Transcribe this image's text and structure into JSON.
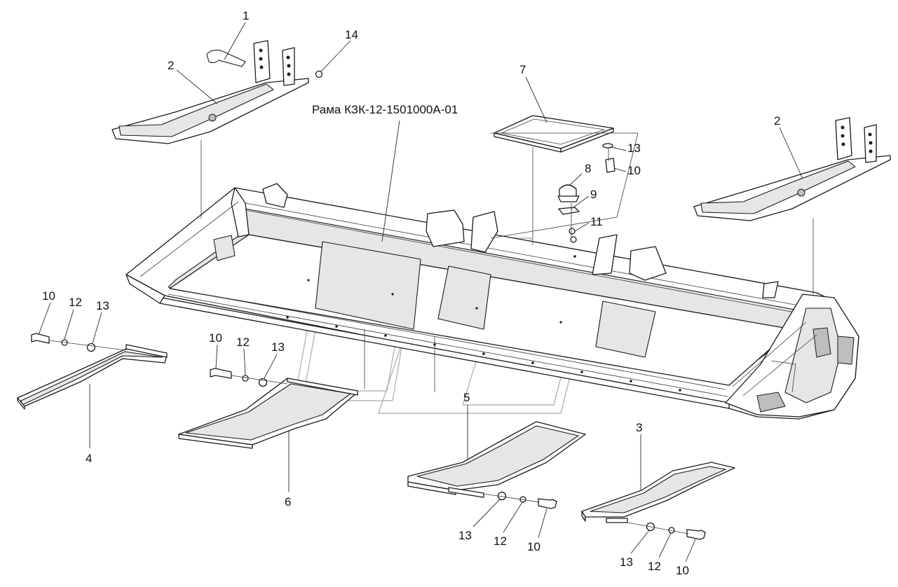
{
  "title": "Рама КЗК-12-1501000А-01",
  "callouts": [
    {
      "id": "c-1",
      "text": "1"
    },
    {
      "id": "c-14",
      "text": "14"
    },
    {
      "id": "c-2a",
      "text": "2"
    },
    {
      "id": "c-7",
      "text": "7"
    },
    {
      "id": "c-2b",
      "text": "2"
    },
    {
      "id": "c-13a",
      "text": "13"
    },
    {
      "id": "c-8",
      "text": "8"
    },
    {
      "id": "c-10a",
      "text": "10"
    },
    {
      "id": "c-9",
      "text": "9"
    },
    {
      "id": "c-11",
      "text": "11"
    },
    {
      "id": "c-10b",
      "text": "10"
    },
    {
      "id": "c-12a",
      "text": "12"
    },
    {
      "id": "c-13b",
      "text": "13"
    },
    {
      "id": "c-10c",
      "text": "10"
    },
    {
      "id": "c-12b",
      "text": "12"
    },
    {
      "id": "c-13c",
      "text": "13"
    },
    {
      "id": "c-4",
      "text": "4"
    },
    {
      "id": "c-6",
      "text": "6"
    },
    {
      "id": "c-5",
      "text": "5"
    },
    {
      "id": "c-3",
      "text": "3"
    },
    {
      "id": "c-13d",
      "text": "13"
    },
    {
      "id": "c-12c",
      "text": "12"
    },
    {
      "id": "c-10d",
      "text": "10"
    },
    {
      "id": "c-13e",
      "text": "13"
    },
    {
      "id": "c-12d",
      "text": "12"
    },
    {
      "id": "c-10e",
      "text": "10"
    }
  ]
}
